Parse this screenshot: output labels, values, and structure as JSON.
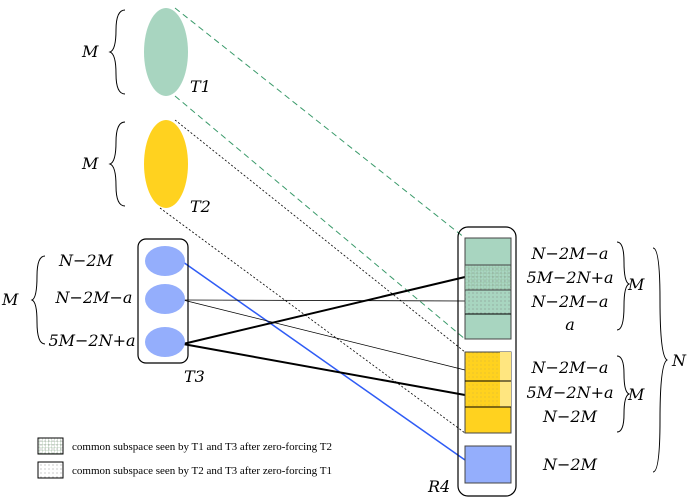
{
  "colors": {
    "t1": "#a8d5c0",
    "t2": "#ffd21f",
    "t3": "#94aefc",
    "dashed": "#3a9a6a",
    "blue_line": "#2f5cf5"
  },
  "labels": {
    "t1": "T1",
    "t2": "T2",
    "t3": "T3",
    "r4": "R4",
    "m_t1": "M",
    "m_t2": "M",
    "m_t3": "M",
    "n_total": "N",
    "t3_dims": [
      "N−2M",
      "N−2M−a",
      "5M−2N+a"
    ],
    "r4_green_dims": [
      "N−2M−a",
      "5M−2N+a",
      "N−2M−a",
      "a"
    ],
    "r4_yellow_dims": [
      "N−2M−a",
      "5M−2N+a",
      "N−2M"
    ],
    "r4_blue_dim": "N−2M",
    "m_green": "M",
    "m_yellow": "M"
  },
  "legend": [
    {
      "pattern": "grid-dots",
      "text": "common subspace seen by T1 and T3 after zero-forcing T2"
    },
    {
      "pattern": "dots",
      "text": "common subspace seen by T2 and T3 after zero-forcing T1"
    }
  ]
}
